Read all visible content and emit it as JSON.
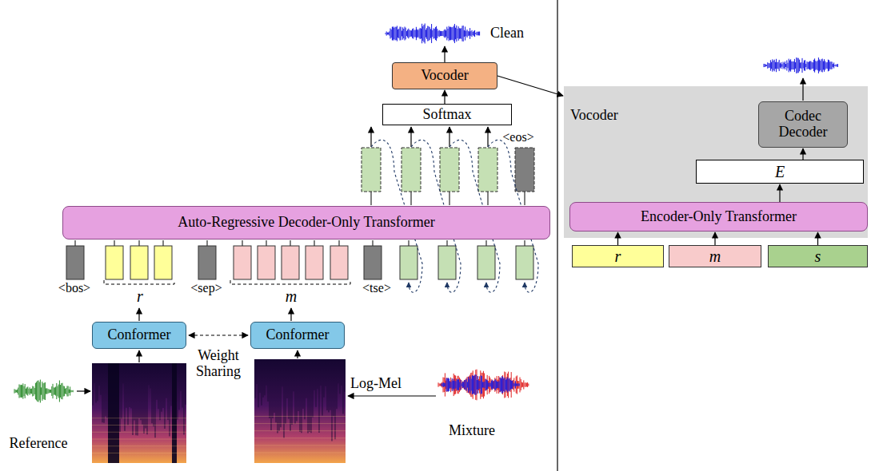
{
  "diagram": {
    "nodes": [
      {
        "text": [
          "Vocoder"
        ]
      },
      {
        "text": [
          "Softmax"
        ]
      },
      {
        "text": [
          "Auto-Regressive Decoder-Only Transformer"
        ]
      },
      {
        "text": [
          "Conformer"
        ]
      },
      {
        "text": [
          "Conformer"
        ]
      },
      {
        "text": [
          "Vocoder"
        ]
      },
      {
        "text": [
          "Codec Decoder"
        ],
        "in": 5
      },
      {
        "text": [
          "E"
        ],
        "in": 5
      },
      {
        "text": [
          "Encoder-Only Transformer"
        ],
        "in": 5
      },
      {
        "text": [
          "r"
        ]
      },
      {
        "text": [
          "m"
        ]
      },
      {
        "text": [
          "s"
        ]
      }
    ],
    "edges": [
      {
        "from": 1,
        "to": 0,
        "arrow": "to"
      },
      {
        "from": 0,
        "to": 5,
        "arrow": "to"
      },
      {
        "from": 3,
        "to": 4,
        "arrow": "both"
      },
      {
        "from": 7,
        "to": 6,
        "arrow": "to"
      },
      {
        "from": 8,
        "to": 7,
        "arrow": "to"
      },
      {
        "from": 9,
        "to": 8,
        "arrow": "to"
      },
      {
        "from": 10,
        "to": 8,
        "arrow": "to"
      },
      {
        "from": 11,
        "to": 8,
        "arrow": "to"
      }
    ],
    "labels": [
      "Clean",
      "<eos>",
      "<bos>",
      "<sep>",
      "<tse>",
      "r",
      "m",
      "Weight Sharing",
      "Log-Mel",
      "Reference",
      "Mixture"
    ]
  }
}
